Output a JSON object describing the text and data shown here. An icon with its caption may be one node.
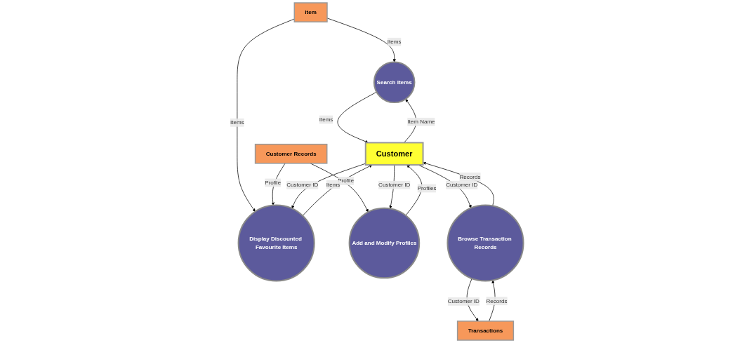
{
  "diagram": {
    "nodes": [
      {
        "text": [
          "Item"
        ]
      },
      {
        "text": [
          "Customer Records"
        ]
      },
      {
        "text": [
          "Transactions"
        ]
      },
      {
        "text": [
          "Search Items"
        ]
      },
      {
        "text": [
          "Display Discounted Favourite Items"
        ]
      },
      {
        "text": [
          "Add and Modify Profiles"
        ]
      },
      {
        "text": [
          "Browse Transaction Records"
        ]
      },
      {
        "text": [
          "Customer"
        ]
      }
    ],
    "edges": [
      {
        "from": 0,
        "to": 3,
        "arrow": "to",
        "label": "Items"
      },
      {
        "from": 0,
        "to": 4,
        "arrow": "to",
        "label": "Items"
      },
      {
        "from": 1,
        "to": 4,
        "arrow": "to",
        "label": "Profile"
      },
      {
        "from": 1,
        "to": 5,
        "arrow": "to",
        "label": "Profile"
      },
      {
        "from": 2,
        "to": 6,
        "arrow": "to",
        "label": "Records"
      },
      {
        "from": 3,
        "to": 7,
        "arrow": "to",
        "label": "Items"
      },
      {
        "from": 4,
        "to": 7,
        "arrow": "to",
        "label": "Items"
      },
      {
        "from": 5,
        "to": 7,
        "arrow": "to",
        "label": "Profiles"
      },
      {
        "from": 6,
        "to": 7,
        "arrow": "to",
        "label": "Records"
      },
      {
        "from": 6,
        "to": 2,
        "arrow": "to",
        "label": "Customer ID"
      },
      {
        "from": 7,
        "to": 3,
        "arrow": "to",
        "label": "Item Name"
      },
      {
        "from": 7,
        "to": 4,
        "arrow": "to",
        "label": "Customer ID"
      },
      {
        "from": 7,
        "to": 5,
        "arrow": "to",
        "label": "Customer ID"
      },
      {
        "from": 7,
        "to": 6,
        "arrow": "to",
        "label": "Customer ID"
      }
    ]
  }
}
